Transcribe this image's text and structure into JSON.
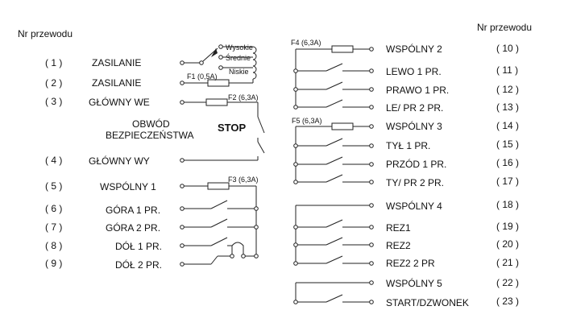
{
  "header": {
    "left": "Nr przewodu",
    "right": "Nr przewodu"
  },
  "left_rows": [
    {
      "num": "( 1 )",
      "label": "ZASILANIE"
    },
    {
      "num": "( 2 )",
      "label": "ZASILANIE"
    },
    {
      "num": "( 3 )",
      "label": "GŁÓWNY WE"
    },
    {
      "num": "( 4 )",
      "label": "GŁÓWNY WY"
    },
    {
      "num": "( 5 )",
      "label": "WSPÓLNY 1"
    },
    {
      "num": "( 6 )",
      "label": "GÓRA 1 PR."
    },
    {
      "num": "( 7 )",
      "label": "GÓRA 2 PR."
    },
    {
      "num": "( 8 )",
      "label": "DÓŁ 1 PR."
    },
    {
      "num": "( 9 )",
      "label": "DÓŁ 2 PR."
    }
  ],
  "right_rows": [
    {
      "num": "( 10 )",
      "label": "WSPÓLNY 2"
    },
    {
      "num": "( 11 )",
      "label": "LEWO 1 PR."
    },
    {
      "num": "( 12 )",
      "label": "PRAWO 1 PR."
    },
    {
      "num": "( 13 )",
      "label": "LE/ PR 2 PR."
    },
    {
      "num": "( 14 )",
      "label": "WSPÓLNY 3"
    },
    {
      "num": "( 15 )",
      "label": "TYŁ 1 PR."
    },
    {
      "num": "( 16 )",
      "label": "PRZÓD 1 PR."
    },
    {
      "num": "( 17 )",
      "label": "TY/ PR 2 PR."
    },
    {
      "num": "( 18 )",
      "label": "WSPÓLNY 4"
    },
    {
      "num": "( 19 )",
      "label": "REZ1"
    },
    {
      "num": "( 20 )",
      "label": "REZ2"
    },
    {
      "num": "( 21 )",
      "label": "REZ2  2 PR"
    },
    {
      "num": "( 22 )",
      "label": "WSPÓLNY 5"
    },
    {
      "num": "( 23 )",
      "label": "START/DZWONEK"
    }
  ],
  "circuit_label": {
    "line1": "OBWÓD",
    "line2": "BEZPIECZEŃSTWA"
  },
  "stop_label": "STOP",
  "fuses": {
    "f1": "F1 (0,5A)",
    "f2": "F2 (6,3A)",
    "f3": "F3 (6,3A)",
    "f4": "F4 (6,3A)",
    "f5": "F5 (6,3A)"
  },
  "speed": {
    "high": "Wysokie",
    "medium": "Średnie",
    "low": "Niskie"
  }
}
